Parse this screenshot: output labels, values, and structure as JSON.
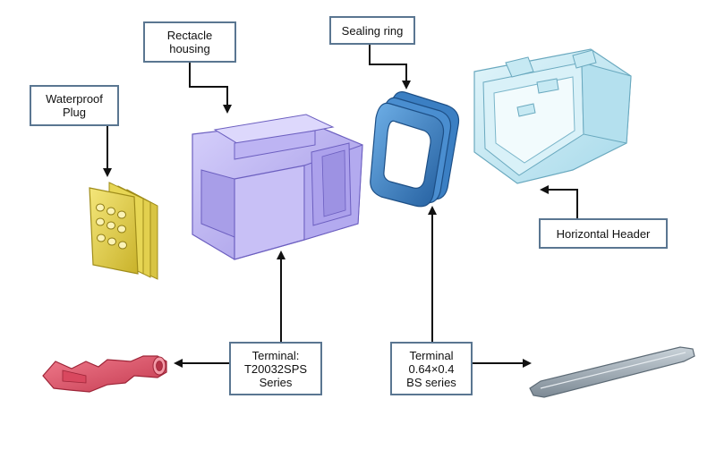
{
  "labels": {
    "waterproof_plug": [
      "Waterproof",
      "Plug"
    ],
    "rectacle_housing": [
      "Rectacle",
      "housing"
    ],
    "sealing_ring": [
      "Sealing ring"
    ],
    "horizontal_header": [
      "Horizontal Header"
    ],
    "terminal_t20032": [
      "Terminal:",
      "T20032SPS",
      "Series"
    ],
    "terminal_064": [
      "Terminal",
      "0.64×0.4",
      "BS series"
    ]
  },
  "colors": {
    "label_border": "#5a7691",
    "arrow": "#111111",
    "plug": "#e8d44e",
    "housing": "#b9b0f0",
    "seal": "#3f86c9",
    "header": "#bfe6f1",
    "terminal_red": "#e2566b",
    "pin": "#9aa7b2"
  }
}
